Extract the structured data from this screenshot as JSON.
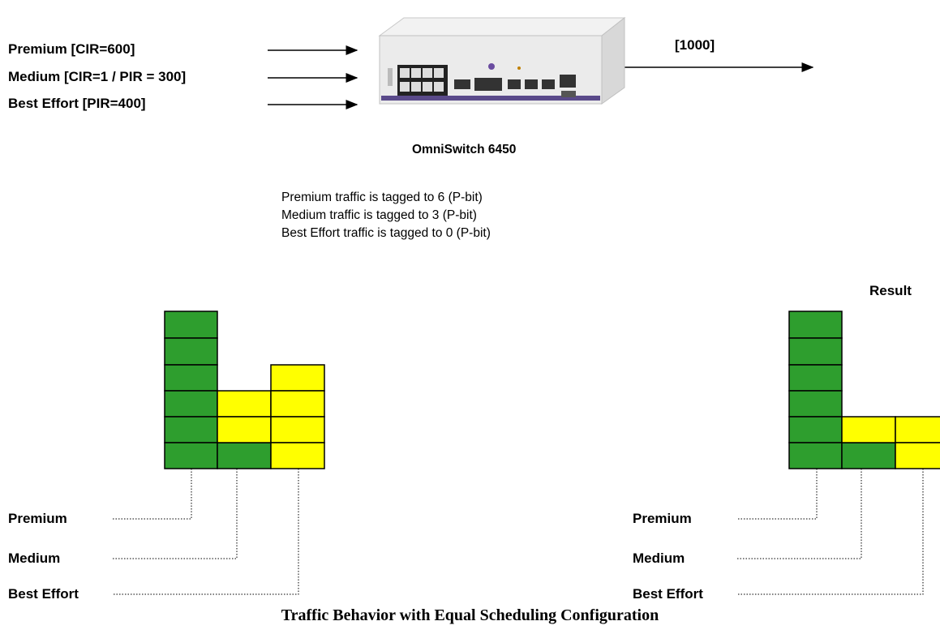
{
  "inputs": {
    "premium": "Premium [CIR=600]",
    "medium": "Medium [CIR=1 / PIR  = 300]",
    "best_effort": "Best Effort [PIR=400]"
  },
  "output_rate": "[1000]",
  "switch_name": "OmniSwitch 6450",
  "notes": [
    "Premium traffic is tagged to 6 (P-bit)",
    "Medium traffic is tagged to 3 (P-bit)",
    "Best Effort traffic is tagged to 0 (P-bit)"
  ],
  "left_diagram": {
    "labels": [
      "Premium",
      "Medium",
      "Best Effort"
    ],
    "columns": [
      {
        "name": "Premium",
        "green_blocks": 6,
        "yellow_blocks": 0
      },
      {
        "name": "Medium",
        "green_blocks": 1,
        "yellow_blocks": 2
      },
      {
        "name": "Best Effort",
        "green_blocks": 0,
        "yellow_blocks": 4
      }
    ]
  },
  "right_diagram": {
    "title": "Result",
    "labels": [
      "Premium",
      "Medium",
      "Best Effort"
    ],
    "columns": [
      {
        "name": "Premium",
        "green_blocks": 6,
        "yellow_blocks": 0
      },
      {
        "name": "Medium",
        "green_blocks": 1,
        "yellow_blocks": 1
      },
      {
        "name": "Best Effort",
        "green_blocks": 0,
        "yellow_blocks": 2
      }
    ]
  },
  "colors": {
    "green": "#2e9e2e",
    "yellow": "#ffff00",
    "outline": "#000000"
  },
  "caption": "Traffic Behavior with Equal Scheduling Configuration"
}
